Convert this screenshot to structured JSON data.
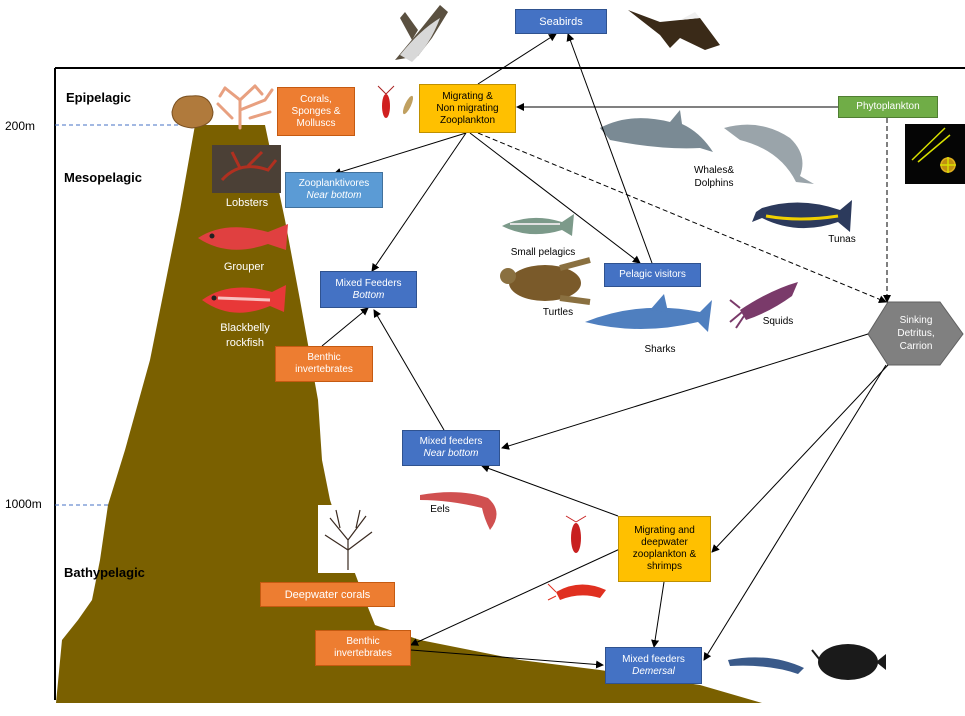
{
  "zones": {
    "epipelagic": "Epipelagic",
    "mesopelagic": "Mesopelagic",
    "bathypelagic": "Bathypelagic"
  },
  "depths": {
    "d200": "200m",
    "d1000": "1000m"
  },
  "boxes": {
    "seabirds": "Seabirds",
    "zooplankton_1": "Migrating &",
    "zooplankton_2": "Non migrating",
    "zooplankton_3": "Zooplankton",
    "phytoplankton": "Phytoplankton",
    "corals_1": "Corals,",
    "corals_2": "Sponges &",
    "corals_3": "Molluscs",
    "zooplanktivores_1": "Zooplanktivores",
    "zooplanktivores_2": "Near bottom",
    "mixed_bottom_1": "Mixed Feeders",
    "mixed_bottom_2": "Bottom",
    "benthic_upper_1": "Benthic",
    "benthic_upper_2": "invertebrates",
    "pelagic_visitors": "Pelagic visitors",
    "mixed_near_1": "Mixed feeders",
    "mixed_near_2": "Near bottom",
    "migrating_deep_1": "Migrating and",
    "migrating_deep_2": "deepwater",
    "migrating_deep_3": "zooplankton &",
    "migrating_deep_4": "shrimps",
    "deepwater_corals": "Deepwater corals",
    "benthic_lower_1": "Benthic",
    "benthic_lower_2": "invertebrates",
    "mixed_demersal_1": "Mixed feeders",
    "mixed_demersal_2": "Demersal",
    "sinking_1": "Sinking",
    "sinking_2": "Detritus,",
    "sinking_3": "Carrion"
  },
  "labels": {
    "lobsters": "Lobsters",
    "grouper": "Grouper",
    "blackbelly_1": "Blackbelly",
    "blackbelly_2": "rockfish",
    "small_pelagics": "Small pelagics",
    "turtles": "Turtles",
    "sharks": "Sharks",
    "whales_1": "Whales&",
    "whales_2": "Dolphins",
    "tunas": "Tunas",
    "squids": "Squids",
    "eels": "Eels"
  },
  "colors": {
    "seamount": "#7a6000",
    "blue_box": "#4472c4",
    "light_blue_box": "#5b9bd5",
    "orange_box": "#ed7d31",
    "yellow_box": "#ffc000",
    "green_box": "#70ad47",
    "detritus_hex": "#808080"
  }
}
